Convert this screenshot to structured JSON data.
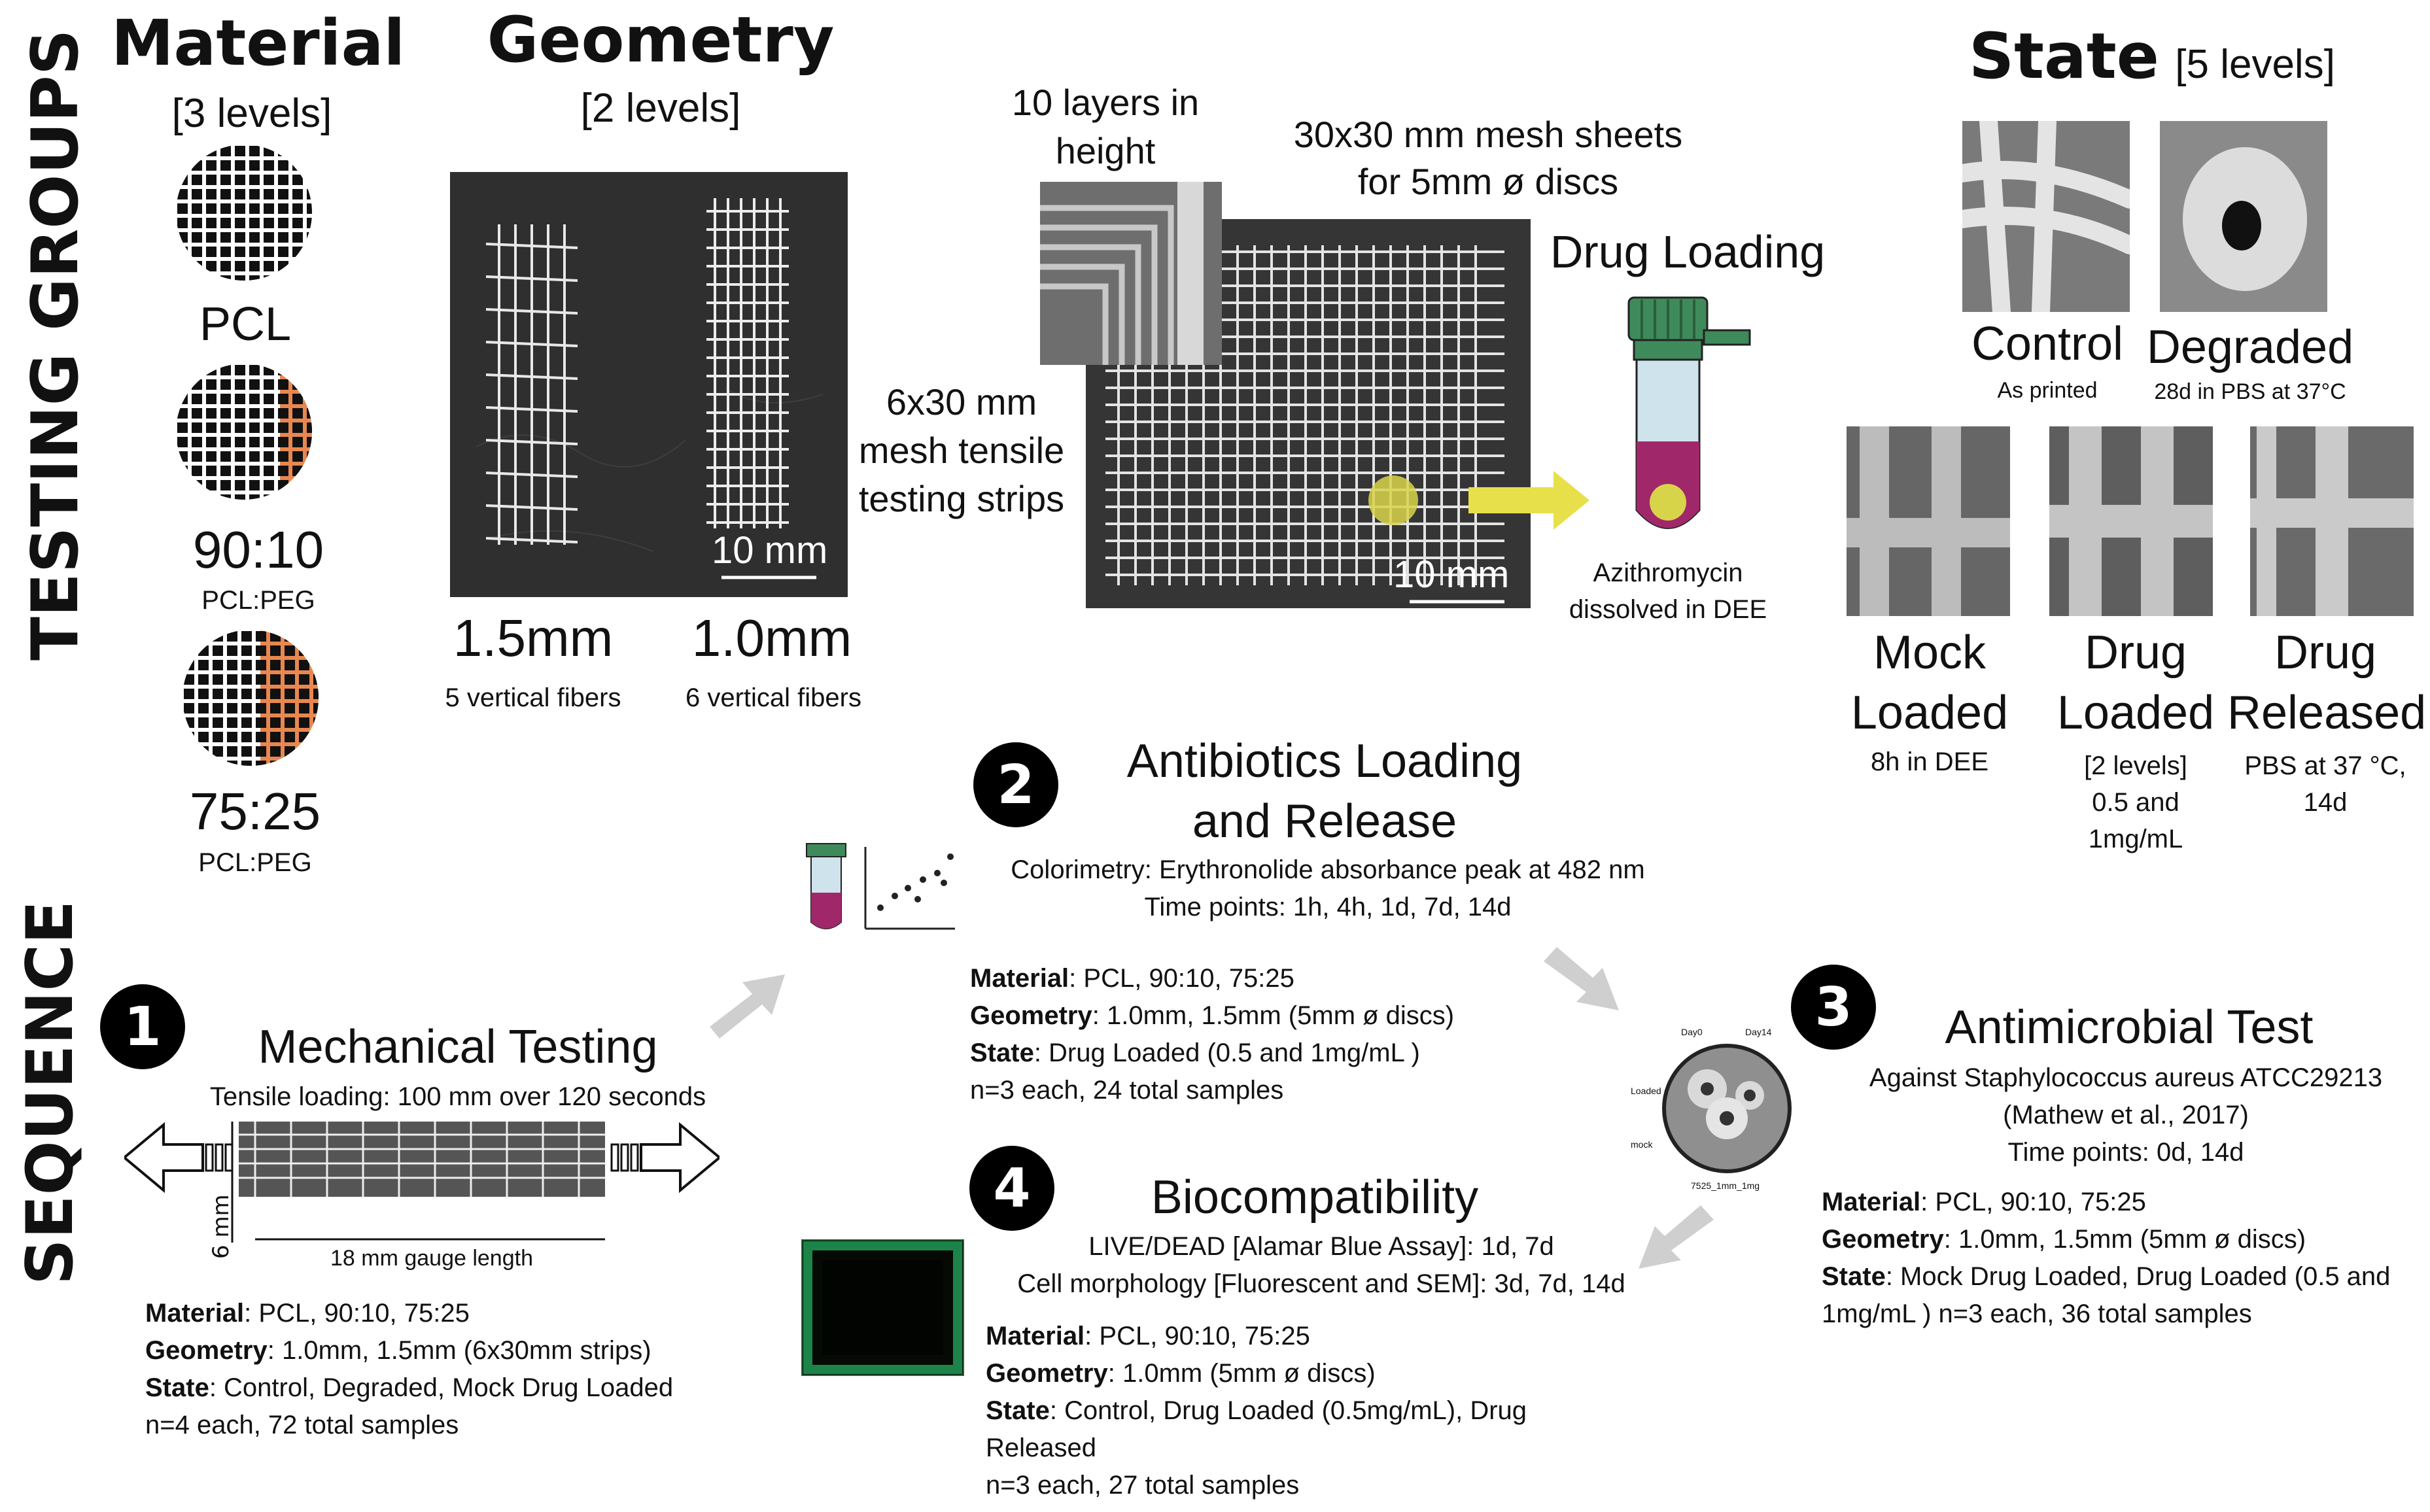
{
  "side_labels": {
    "testing_groups": "TESTING GROUPS",
    "sequence": "SEQUENCE"
  },
  "material": {
    "title": "Material",
    "levels": "[3 levels]",
    "items": [
      {
        "name": "PCL",
        "sub": ""
      },
      {
        "name": "90:10",
        "sub": "PCL:PEG"
      },
      {
        "name": "75:25",
        "sub": "PCL:PEG"
      }
    ]
  },
  "geometry": {
    "title": "Geometry",
    "levels": "[2 levels]",
    "scale": "10 mm",
    "items": [
      {
        "size": "1.5mm",
        "desc": "5 vertical fibers"
      },
      {
        "size": "1.0mm",
        "desc": "6 vertical fibers"
      }
    ]
  },
  "mesh": {
    "layers": "10 layers in height",
    "sheets_line1": "30x30 mm mesh sheets",
    "sheets_line2": "for 5mm ø discs",
    "strips_line1": "6x30 mm",
    "strips_line2": "mesh tensile",
    "strips_line3": "testing strips",
    "scale": "10 mm"
  },
  "drug_loading": {
    "title": "Drug Loading",
    "caption_line1": "Azithromycin",
    "caption_line2": "dissolved in DEE"
  },
  "state": {
    "title": "State",
    "levels": "[5 levels]",
    "items": [
      {
        "name": "Control",
        "desc": "As printed"
      },
      {
        "name": "Degraded",
        "desc": "28d in PBS at 37°C"
      },
      {
        "name1": "Mock",
        "name2": "Loaded",
        "desc": "8h in DEE"
      },
      {
        "name1": "Drug",
        "name2": "Loaded",
        "desc1": "[2 levels]",
        "desc2": "0.5 and",
        "desc3": "1mg/mL"
      },
      {
        "name1": "Drug",
        "name2": "Released",
        "desc1": "PBS at 37 °C,",
        "desc2": "14d"
      }
    ]
  },
  "steps": {
    "s1": {
      "num": "1",
      "title": "Mechanical Testing",
      "sub": "Tensile loading: 100 mm over 120 seconds",
      "width_label": "6 mm",
      "gauge_label": "18 mm gauge length",
      "material_label": "Material",
      "material": ": PCL, 90:10, 75:25",
      "geometry_label": "Geometry",
      "geometry": ": 1.0mm, 1.5mm (6x30mm strips)",
      "state_label": "State",
      "state": ": Control, Degraded, Mock Drug Loaded",
      "n": "n=4 each, 72 total samples"
    },
    "s2": {
      "num": "2",
      "title1": "Antibiotics Loading",
      "title2": "and Release",
      "sub1": "Colorimetry: Erythronolide absorbance peak at 482 nm",
      "sub2": "Time points: 1h, 4h, 1d, 7d, 14d",
      "material_label": "Material",
      "material": ": PCL, 90:10, 75:25",
      "geometry_label": "Geometry",
      "geometry": ": 1.0mm, 1.5mm (5mm ø discs)",
      "state_label": "State",
      "state": ": Drug Loaded (0.5 and 1mg/mL )",
      "n": "n=3 each, 24 total samples"
    },
    "s3": {
      "num": "3",
      "title": "Antimicrobial Test",
      "sub1": "Against Staphylococcus aureus ATCC29213",
      "sub2": "(Mathew et al., 2017)",
      "sub3": "Time points: 0d, 14d",
      "material_label": "Material",
      "material": ": PCL, 90:10, 75:25",
      "geometry_label": "Geometry",
      "geometry": ": 1.0mm, 1.5mm (5mm ø discs)",
      "state_label": "State",
      "state1": ": Mock Drug Loaded, Drug Loaded (0.5 and",
      "state2": "1mg/mL ) n=3 each, 36 total samples",
      "plate": {
        "day0": "Day0",
        "day14": "Day14",
        "loaded": "Loaded",
        "mock": "mock",
        "bottom": "7525_1mm_1mg"
      }
    },
    "s4": {
      "num": "4",
      "title": "Biocompatibility",
      "sub1": "LIVE/DEAD [Alamar Blue Assay]: 1d, 7d",
      "sub2": "Cell morphology [Fluorescent and SEM]: 3d, 7d, 14d",
      "material_label": "Material",
      "material": ": PCL, 90:10, 75:25",
      "geometry_label": "Geometry",
      "geometry": ": 1.0mm (5mm ø discs)",
      "state_label": "State",
      "state1": ": Control, Drug Loaded (0.5mg/mL), Drug",
      "state2": "Released",
      "n": "n=3 each, 27 total samples"
    }
  },
  "colors": {
    "accent_orange": "#e8874f",
    "arrow_yellow": "#e8e04a",
    "arrow_gray": "#cfcfcf",
    "tube_magenta": "#a0286a",
    "cap_green": "#3f8a5a"
  }
}
